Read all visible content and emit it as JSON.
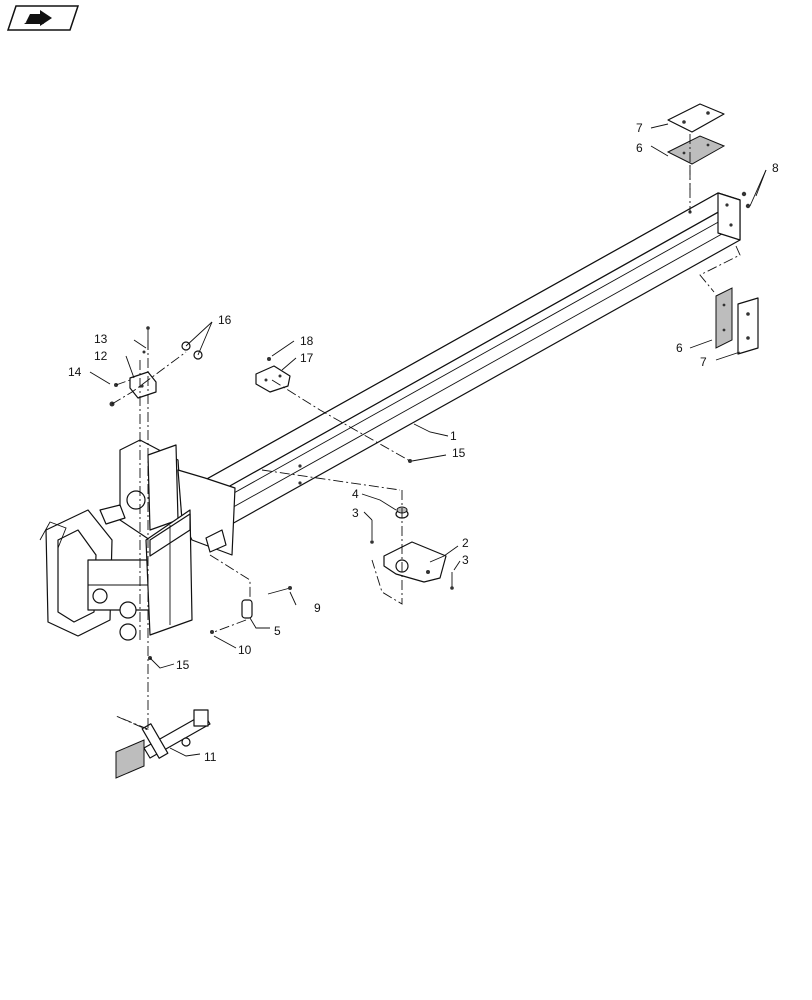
{
  "nav_icon": "arrow-back-icon",
  "callouts": {
    "c1": "1",
    "c2": "2",
    "c3a": "3",
    "c3b": "3",
    "c4": "4",
    "c5": "5",
    "c6a": "6",
    "c6b": "6",
    "c7a": "7",
    "c7b": "7",
    "c8": "8",
    "c9": "9",
    "c10": "10",
    "c11": "11",
    "c12": "12",
    "c13": "13",
    "c14": "14",
    "c15a": "15",
    "c15b": "15",
    "c16": "16",
    "c17": "17",
    "c18": "18"
  }
}
